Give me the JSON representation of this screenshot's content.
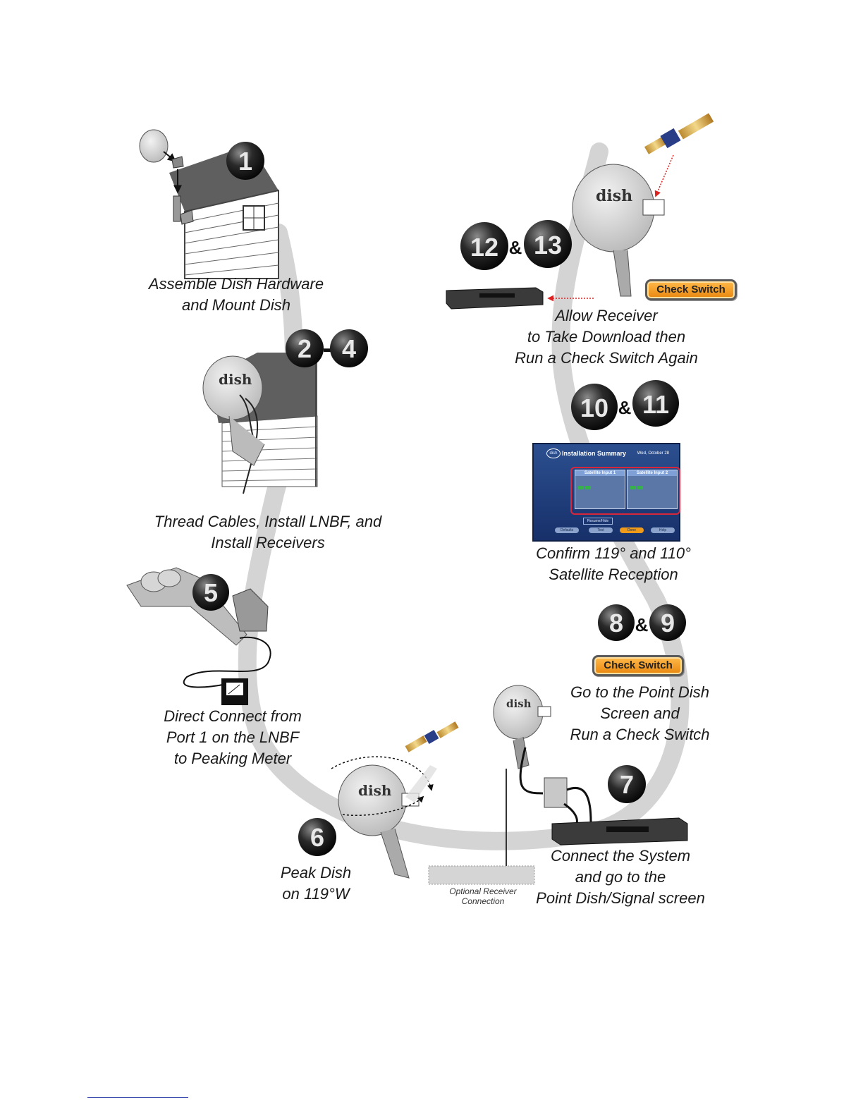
{
  "steps": {
    "s1": {
      "number": "1",
      "caption": [
        "Assemble Dish Hardware",
        "and Mount Dish"
      ]
    },
    "s2_4": {
      "from": "2",
      "sep": "-",
      "to": "4",
      "caption": [
        "Thread Cables, Install LNBF, and",
        "Install Receivers"
      ]
    },
    "s5": {
      "number": "5",
      "caption": [
        "Direct Connect from",
        "Port 1 on the LNBF",
        "to Peaking Meter"
      ]
    },
    "s6": {
      "number": "6",
      "caption": [
        "Peak Dish",
        "on 119°W"
      ]
    },
    "s7": {
      "number": "7",
      "caption": [
        "Connect the System",
        "and go to the",
        "Point Dish/Signal screen"
      ],
      "optional_label": [
        "Optional Receiver",
        "Connection"
      ]
    },
    "s8_9": {
      "from": "8",
      "sep": "&",
      "to": "9",
      "caption": [
        "Go to the Point Dish",
        "Screen and",
        "Run a Check Switch"
      ]
    },
    "s10_11": {
      "from": "10",
      "sep": "&",
      "to": "11",
      "caption": [
        "Confirm 119° and 110°",
        "Satellite Reception"
      ]
    },
    "s12_13": {
      "from": "12",
      "sep": "&",
      "to": "13",
      "caption": [
        "Allow Receiver",
        "to Take Download then",
        "Run a Check Switch Again"
      ]
    }
  },
  "buttons": {
    "check_switch": "Check Switch"
  },
  "dish_brand": "dish",
  "summary_screen": {
    "title": "Installation Summary",
    "date": "Wed, October 28",
    "input1": "Satellite Input 1",
    "input2": "Satellite Input 2",
    "mid_button": "Resume/Hide",
    "buttons": [
      "Defaults",
      "Test",
      "Done",
      "Help"
    ]
  },
  "colors": {
    "arc": "#d4d4d4",
    "badge": "#1a1a1a",
    "button": "#f0a030",
    "house_roof": "#5f5f5f",
    "screen": "#1f3d7a",
    "highlight": "#d8263a"
  }
}
